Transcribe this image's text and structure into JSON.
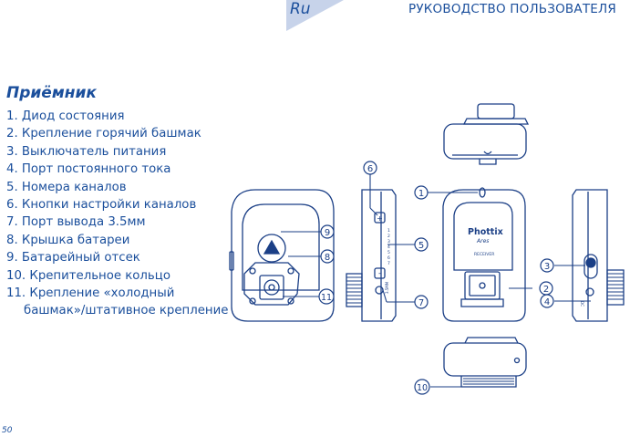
{
  "header": {
    "language": "Ru",
    "title": "РУКОВОДСТВО ПОЛЬЗОВАТЕЛЯ"
  },
  "section": {
    "title": "Приёмник"
  },
  "parts": [
    "1. Диод состояния",
    "2. Крепление горячий башмак",
    "3. Выключатель питания",
    "4. Порт постоянного тока",
    "5. Номера каналов",
    "6. Кнопки настройки каналов",
    "7. Порт вывода 3.5мм",
    "8. Крышка батареи",
    "9. Батарейный отсек",
    "10. Крепительное кольцо",
    "11. Крепление «холодный",
    "башмак»/штативное крепление"
  ],
  "device": {
    "brand": "Phottix",
    "model": "Ares",
    "label": "RECEIVER",
    "port_label": "3.5MM",
    "dc_label": "DC"
  },
  "callouts": [
    "1",
    "2",
    "3",
    "4",
    "5",
    "6",
    "7",
    "8",
    "9",
    "10",
    "11"
  ],
  "footer": {
    "page_number": "50"
  },
  "colors": {
    "text": "#1b4f9c",
    "accent_tab": "#c7d3ea",
    "outline": "#1b3f86"
  }
}
